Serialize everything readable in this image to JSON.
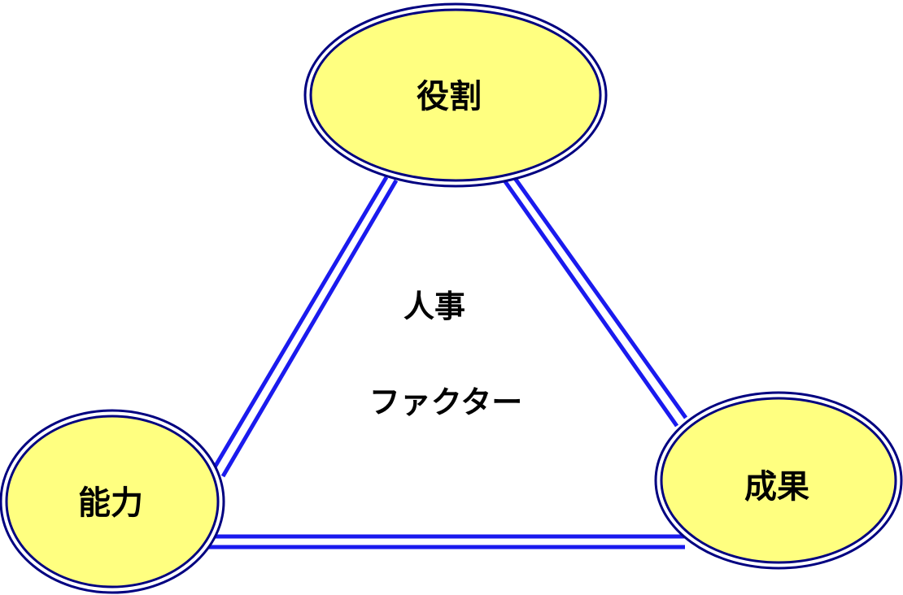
{
  "nodes": {
    "top": {
      "label": "役割"
    },
    "left": {
      "label": "能力"
    },
    "right": {
      "label": "成果"
    }
  },
  "center": {
    "line1": "人事",
    "line2": "ファクター"
  },
  "colors": {
    "node_fill": "#ffff80",
    "node_outline": "#000080",
    "connector": "#1a1aee",
    "text": "#000000"
  }
}
